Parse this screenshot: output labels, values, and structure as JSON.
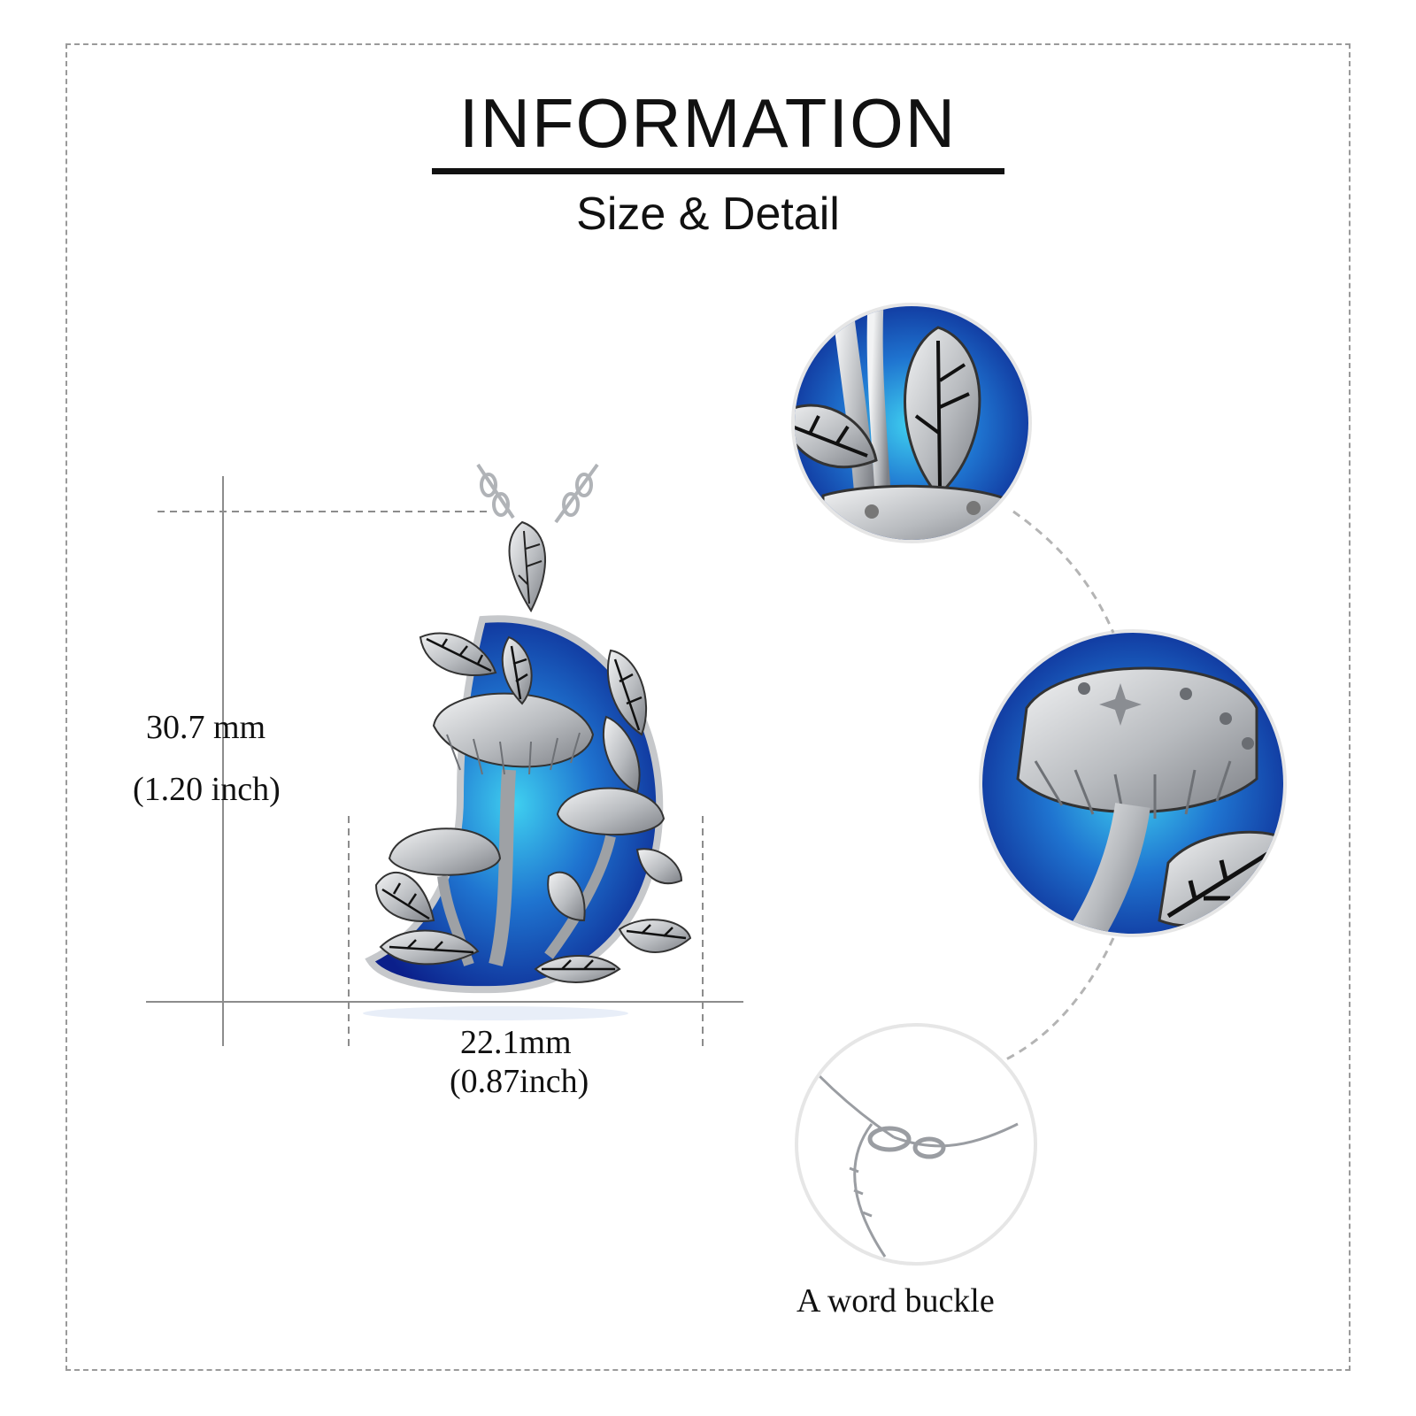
{
  "header": {
    "title": "INFORMATION",
    "subtitle": "Size & Detail"
  },
  "dimensions": {
    "height_mm": "30.7 mm",
    "height_inch": "(1.20 inch)",
    "width_mm": "22.1mm",
    "width_inch": "(0.87inch)"
  },
  "details": {
    "buckle_label": "A word buckle"
  },
  "colors": {
    "silver": "#c9cbce",
    "silver_dark": "#6e7176",
    "crystal_blue": "#1a3fb0",
    "crystal_teal": "#2aa9d8",
    "outline": "#111111"
  }
}
